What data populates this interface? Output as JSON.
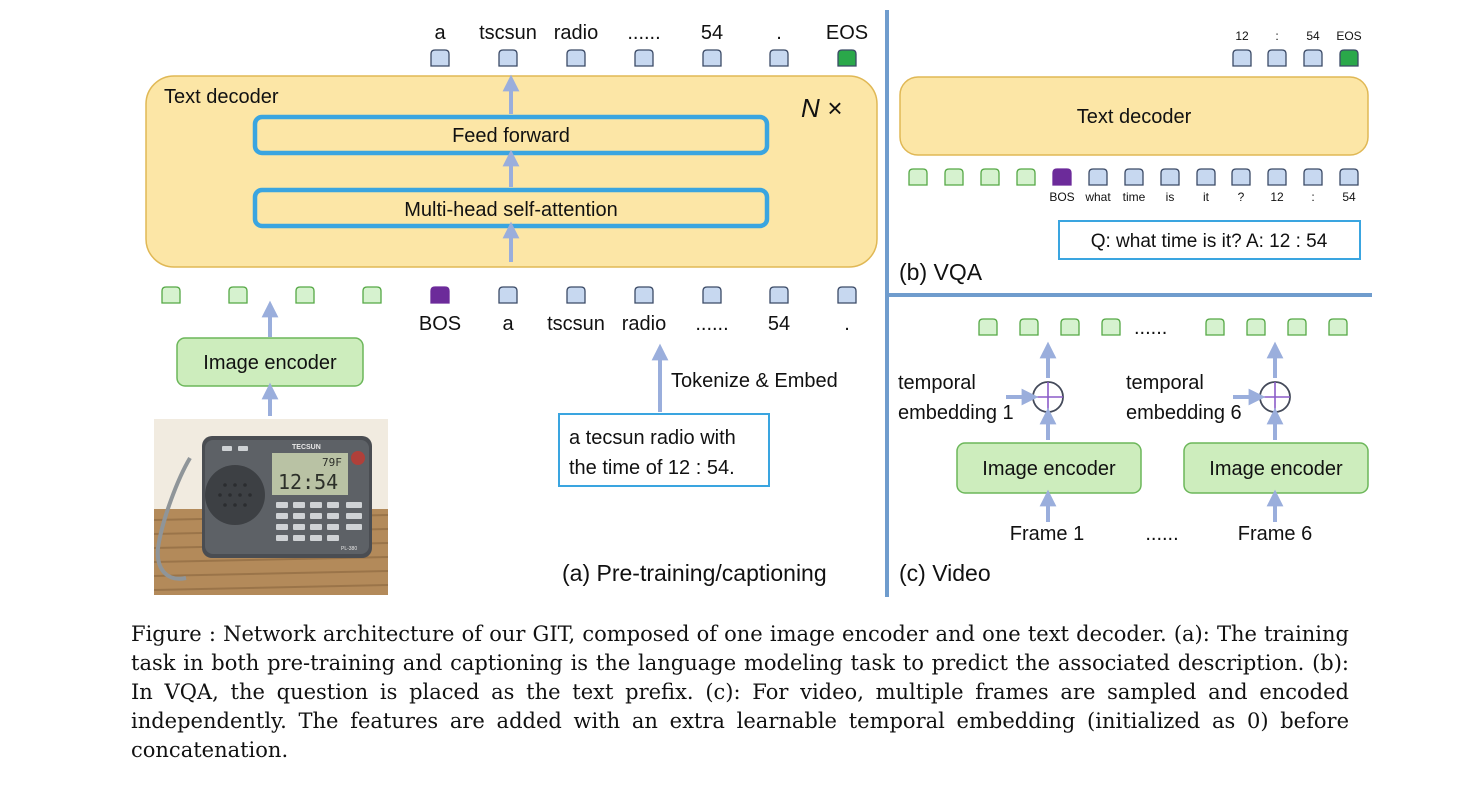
{
  "colors": {
    "decoder_fill": "#fce6a6",
    "decoder_stroke": "#e0b855",
    "layer_stroke": "#3aa5e0",
    "image_token": "#d6f2cf",
    "image_token_stroke": "#55a845",
    "text_token": "#c7d8f0",
    "text_token_stroke": "#3b4a66",
    "bos_token": "#6c2b9a",
    "eos_token": "#2aa84a",
    "encoder_fill": "#cdedbd",
    "encoder_stroke": "#6cb75a",
    "arrow": "#9aaedc",
    "divider": "#6f9ccd",
    "textbox_stroke": "#3aa5e0"
  },
  "panel_a": {
    "label": "(a) Pre-training/captioning",
    "decoder_title": "Text decoder",
    "repeat": "N ×",
    "layer_top": "Feed forward",
    "layer_bottom": "Multi-head self-attention",
    "output_tokens": [
      "a",
      "tscsun",
      "radio",
      "......",
      "54",
      ".",
      "EOS"
    ],
    "input_tokens": [
      "BOS",
      "a",
      "tscsun",
      "radio",
      "......",
      "54",
      "."
    ],
    "image_encoder": "Image encoder",
    "tokenize_label": "Tokenize & Embed",
    "caption_box": [
      "a tecsun radio with",
      "the time of 12 : 54."
    ],
    "photo": {
      "brand": "TECSUN",
      "screen_top": "79F",
      "screen_main": "12:54",
      "model": "PL-380"
    }
  },
  "panel_b": {
    "label": "(b) VQA",
    "decoder_title": "Text decoder",
    "output_tokens": [
      "12",
      ":",
      "54",
      "EOS"
    ],
    "input_tokens": [
      "BOS",
      "what",
      "time",
      "is",
      "it",
      "?",
      "12",
      ":",
      "54"
    ],
    "qa_box": "Q: what time is it? A: 12 : 54"
  },
  "panel_c": {
    "label": "(c) Video",
    "dots": "......",
    "temporal_1": [
      "temporal",
      "embedding 1"
    ],
    "temporal_2": [
      "temporal",
      "embedding 6"
    ],
    "image_encoder_1": "Image encoder",
    "image_encoder_2": "Image encoder",
    "frame_1": "Frame 1",
    "frame_dots": "......",
    "frame_2": "Frame 6"
  },
  "caption": "Figure  : Network architecture of our GIT, composed of one image encoder and one text decoder. (a): The training task in both pre-training and captioning is the language modeling task to predict the associated description. (b): In VQA, the question is placed as the text prefix. (c): For video, multiple frames are sampled and encoded independently. The features are added with an extra learnable temporal embedding (initialized as 0) before concatenation."
}
